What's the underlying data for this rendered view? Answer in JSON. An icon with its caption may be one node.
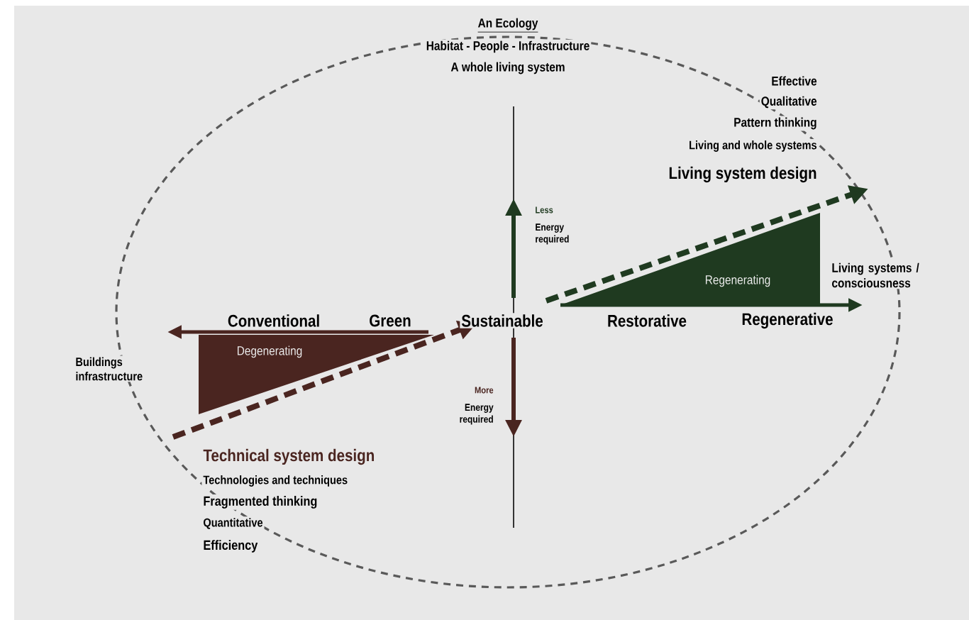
{
  "diagram": {
    "nodes": [
      {
        "text": [
          "Regenerating"
        ]
      },
      {
        "text": [
          "Degenerating"
        ]
      }
    ],
    "labels": [
      "An Ecology",
      "Habitat - People - Infrastructure",
      "A whole living system",
      "Effective",
      "Qualitative",
      "Pattern thinking",
      "Living and whole systems",
      "Living system design",
      "Less",
      "Energy required",
      "Living systems / consciousness",
      "Conventional",
      "Green",
      "Sustainable",
      "Restorative",
      "Regenerative",
      "Buildings infrastructure",
      "More",
      "Energy required",
      "Technical system design",
      "Technologies and techniques",
      "Fragmented thinking",
      "Quantitative",
      "Efficiency"
    ]
  }
}
